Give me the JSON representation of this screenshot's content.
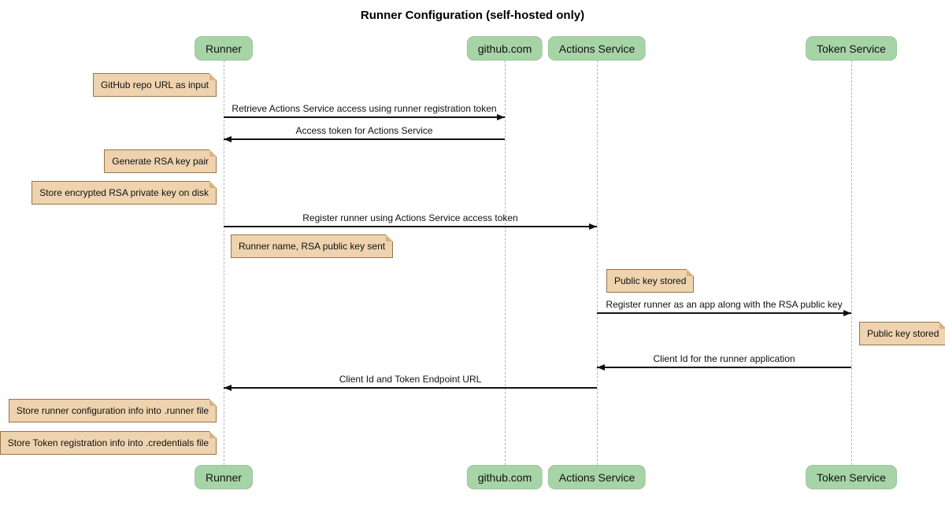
{
  "diagram": {
    "type": "sequence",
    "title": "Runner Configuration (self-hosted only)"
  },
  "colors": {
    "background": "#ffffff",
    "participant_fill": "#a7d4a7",
    "note_fill": "#eed3ae",
    "note_border": "#96764a",
    "note_fold": "#d9b27e",
    "lifeline": "#b3b3b3",
    "arrow": "#111111"
  },
  "participants": [
    {
      "label": "Runner"
    },
    {
      "label": "github.com"
    },
    {
      "label": "Actions Service"
    },
    {
      "label": "Token Service"
    }
  ],
  "messages": [
    {
      "from": "Runner",
      "to": "github.com",
      "direction": "right",
      "label": "Retrieve Actions Service access using runner registration token"
    },
    {
      "from": "github.com",
      "to": "Runner",
      "direction": "left",
      "label": "Access token for Actions Service"
    },
    {
      "from": "Runner",
      "to": "Actions Service",
      "direction": "right",
      "label": "Register runner using Actions Service access token"
    },
    {
      "from": "Actions Service",
      "to": "Token Service",
      "direction": "right",
      "label": "Register runner as an app along with the RSA public key"
    },
    {
      "from": "Token Service",
      "to": "Actions Service",
      "direction": "left",
      "label": "Client Id for the runner application"
    },
    {
      "from": "Actions Service",
      "to": "Runner",
      "direction": "left",
      "label": "Client Id and Token Endpoint URL"
    }
  ],
  "notes": [
    {
      "position": "left of Runner",
      "label": "GitHub repo URL as input"
    },
    {
      "position": "left of Runner",
      "label": "Generate RSA key pair"
    },
    {
      "position": "left of Runner",
      "label": "Store encrypted RSA private key on disk"
    },
    {
      "position": "right of Runner",
      "label": "Runner name, RSA public key sent"
    },
    {
      "position": "right of Actions Service",
      "label": "Public key stored"
    },
    {
      "position": "right of Token Service",
      "label": "Public key stored"
    },
    {
      "position": "left of Runner",
      "label": "Store runner configuration info into .runner file"
    },
    {
      "position": "left of Runner",
      "label": "Store Token registration info into .credentials file"
    }
  ]
}
